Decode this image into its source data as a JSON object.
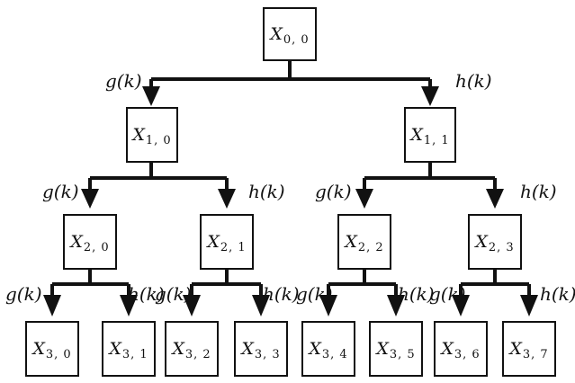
{
  "filters": {
    "low": "g(k)",
    "high": "h(k)"
  },
  "nodes": {
    "n00": {
      "var": "X",
      "sub": "0, 0"
    },
    "n10": {
      "var": "X",
      "sub": "1, 0"
    },
    "n11": {
      "var": "X",
      "sub": "1, 1"
    },
    "n20": {
      "var": "X",
      "sub": "2, 0"
    },
    "n21": {
      "var": "X",
      "sub": "2, 1"
    },
    "n22": {
      "var": "X",
      "sub": "2, 2"
    },
    "n23": {
      "var": "X",
      "sub": "2, 3"
    },
    "n30": {
      "var": "X",
      "sub": "3, 0"
    },
    "n31": {
      "var": "X",
      "sub": "3, 1"
    },
    "n32": {
      "var": "X",
      "sub": "3, 2"
    },
    "n33": {
      "var": "X",
      "sub": "3, 3"
    },
    "n34": {
      "var": "X",
      "sub": "3, 4"
    },
    "n35": {
      "var": "X",
      "sub": "3, 5"
    },
    "n36": {
      "var": "X",
      "sub": "3, 6"
    },
    "n37": {
      "var": "X",
      "sub": "3, 7"
    }
  },
  "colors": {
    "line": "#111111",
    "background": "#ffffff"
  }
}
